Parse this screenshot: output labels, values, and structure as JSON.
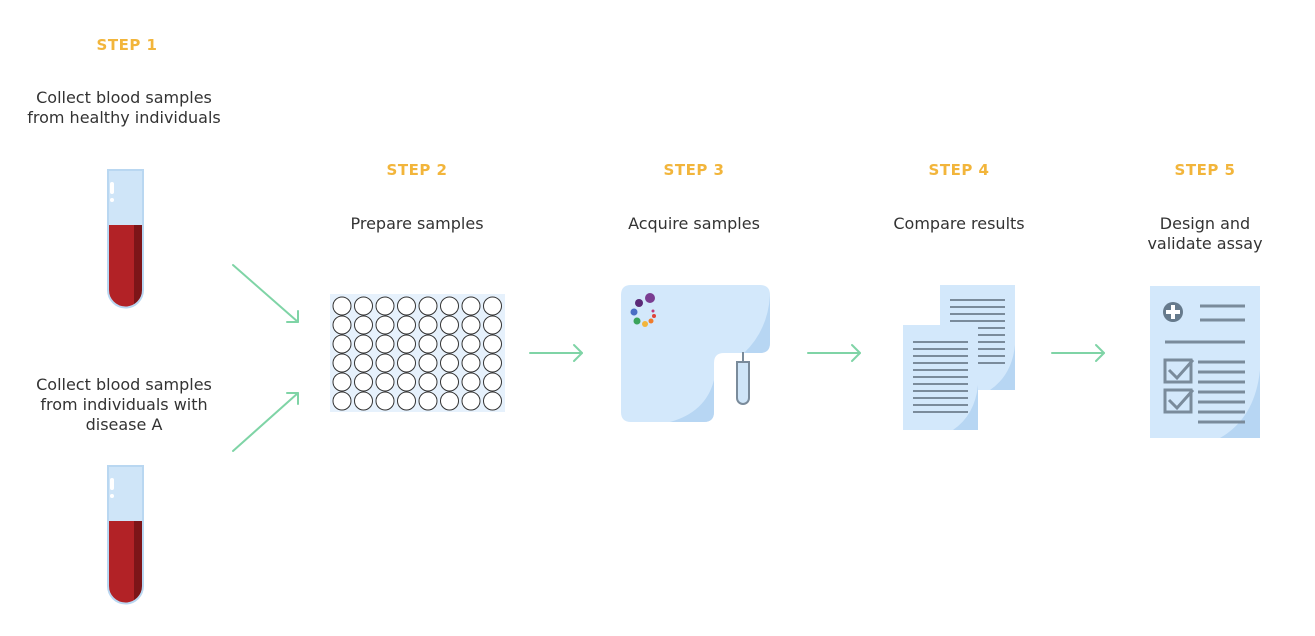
{
  "colors": {
    "step_label": "#f2b53b",
    "arrow": "#7fd4a6",
    "blood": "#b22226",
    "tube_glass": "#cfe5f8",
    "panel": "#d3e8fb",
    "doc_lines": "#7a8b9b"
  },
  "steps": [
    {
      "label": "STEP 1",
      "desc": [
        "Collect blood samples",
        "from healthy individuals"
      ]
    },
    {
      "label": "STEP 2",
      "desc": [
        "Prepare samples"
      ]
    },
    {
      "label": "STEP 3",
      "desc": [
        "Acquire samples"
      ]
    },
    {
      "label": "STEP 4",
      "desc": [
        "Compare results"
      ]
    },
    {
      "label": "STEP 5",
      "desc": [
        "Design and",
        "validate assay"
      ]
    }
  ],
  "step1_secondary_desc": [
    "Collect blood samples",
    "from individuals with",
    "disease A"
  ],
  "icons": {
    "tube": "blood-tube-icon",
    "plate": "well-plate-icon",
    "cytometer": "flow-cytometer-icon",
    "documents": "documents-icon",
    "checklist": "checklist-icon",
    "arrow": "arrow-right-icon"
  }
}
